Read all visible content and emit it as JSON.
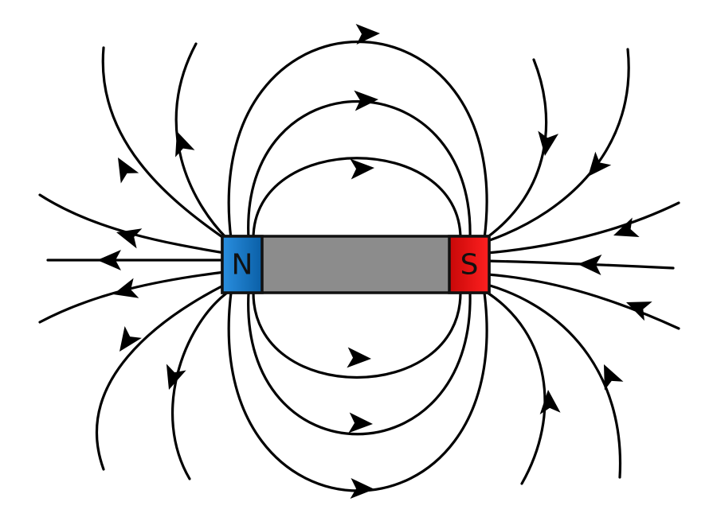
{
  "magnet": {
    "north_label": "N",
    "south_label": "S",
    "north_color": "#1a7fd0",
    "south_color": "#e01010",
    "body_color": "#8c8c8c"
  },
  "field": {
    "line_color": "#000000",
    "direction": "north-to-south"
  }
}
